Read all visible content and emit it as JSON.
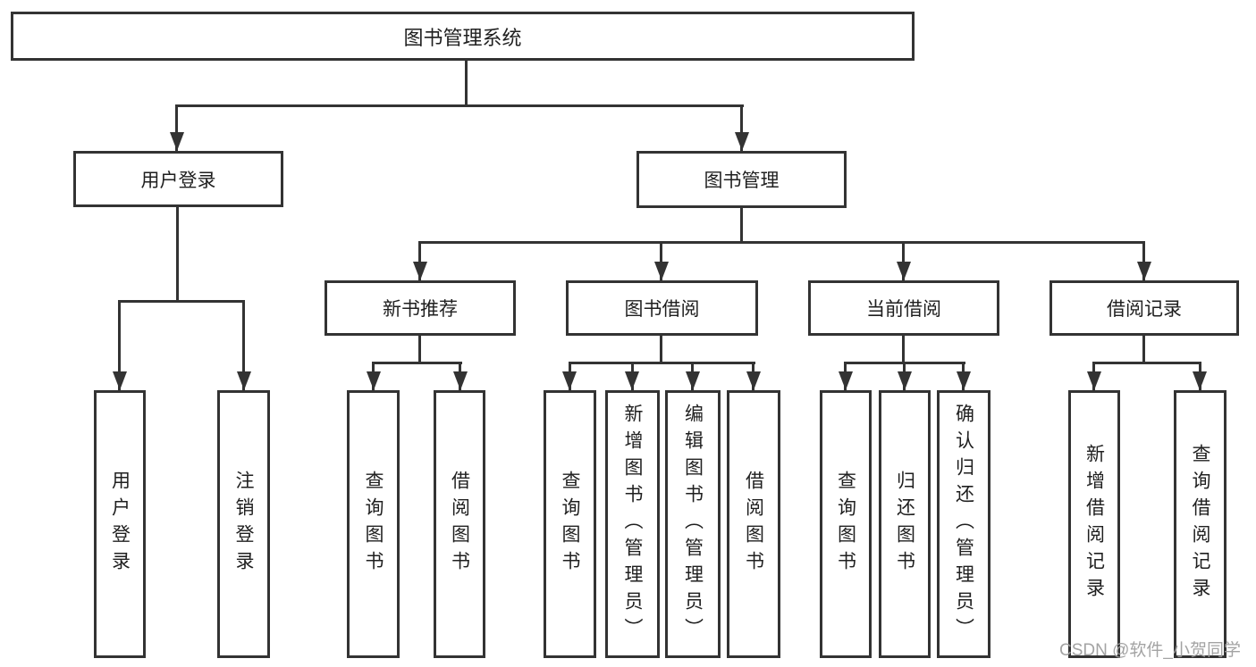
{
  "diagram": {
    "type": "hierarchy-tree",
    "root": {
      "label": "图书管理系统"
    },
    "level2": [
      {
        "label": "用户登录"
      },
      {
        "label": "图书管理"
      }
    ],
    "level3": [
      {
        "label": "新书推荐"
      },
      {
        "label": "图书借阅"
      },
      {
        "label": "当前借阅"
      },
      {
        "label": "借阅记录"
      }
    ],
    "leaves": [
      {
        "label": "用户登录"
      },
      {
        "label": "注销登录"
      },
      {
        "label": "查询图书"
      },
      {
        "label": "借阅图书"
      },
      {
        "label": "查询图书"
      },
      {
        "label": "新增图书（管理员）"
      },
      {
        "label": "编辑图书（管理员）"
      },
      {
        "label": "借阅图书"
      },
      {
        "label": "查询图书"
      },
      {
        "label": "归还图书"
      },
      {
        "label": "确认归还（管理员）"
      },
      {
        "label": "新增借阅记录"
      },
      {
        "label": "查询借阅记录"
      }
    ],
    "edges": [
      "图书管理系统→用户登录",
      "图书管理系统→图书管理",
      "用户登录→用户登录",
      "用户登录→注销登录",
      "图书管理→新书推荐",
      "图书管理→图书借阅",
      "图书管理→当前借阅",
      "图书管理→借阅记录",
      "新书推荐→查询图书",
      "新书推荐→借阅图书",
      "图书借阅→查询图书",
      "图书借阅→新增图书（管理员）",
      "图书借阅→编辑图书（管理员）",
      "图书借阅→借阅图书",
      "当前借阅→查询图书",
      "当前借阅→归还图书",
      "当前借阅→确认归还（管理员）",
      "借阅记录→新增借阅记录",
      "借阅记录→查询借阅记录"
    ]
  },
  "colors": {
    "line": "#333333",
    "text": "#1f1f1f",
    "background": "#ffffff",
    "watermark": "#9e9e9e"
  },
  "watermark": {
    "text": "CSDN @软件_小贺同学"
  }
}
